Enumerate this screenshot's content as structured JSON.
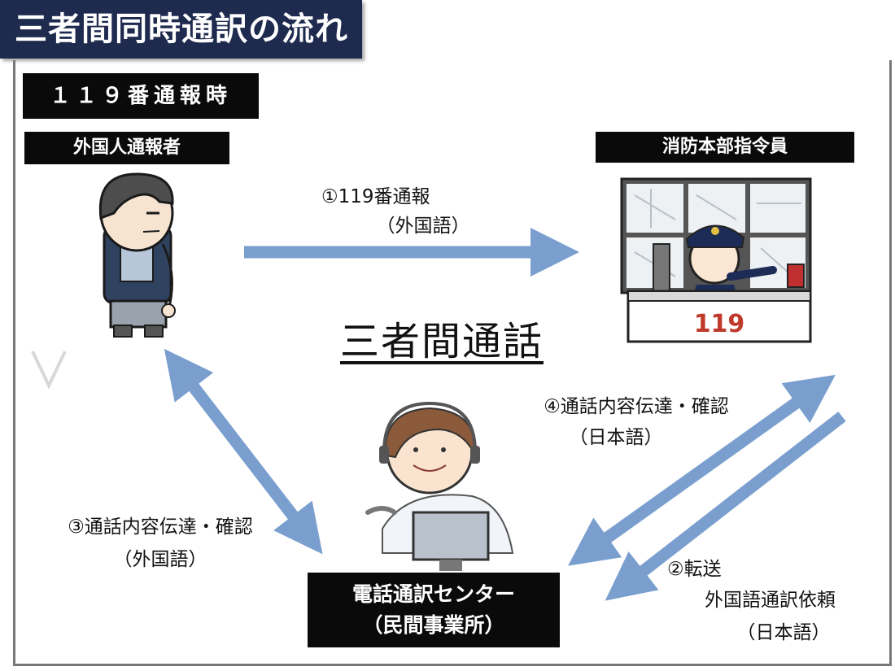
{
  "title": "三者間同時通訳の流れ",
  "case_label": "１１９番通報時",
  "caller_label": "外国人通報者",
  "dispatcher_label": "消防本部指令員",
  "main_label": "三者間通話",
  "center_label_line1": "電話通訳センター",
  "center_label_line2": "（民間事業所）",
  "step1_line1": "①119番通報",
  "step1_line2": "（外国語）",
  "step2_line1": "②転送",
  "step2_line2": "外国語通訳依頼",
  "step2_line3": "（日本語）",
  "step3_line1": "③通話内容伝達・確認",
  "step3_line2": "（外国語）",
  "step4_line1": "④通話内容伝達・確認",
  "step4_line2": "（日本語）",
  "dispatch_desk_number": "119",
  "colors": {
    "title_bg": "#1e2a4e",
    "arrow": "#7a9fcf",
    "label_bg": "#0a0a0a"
  }
}
